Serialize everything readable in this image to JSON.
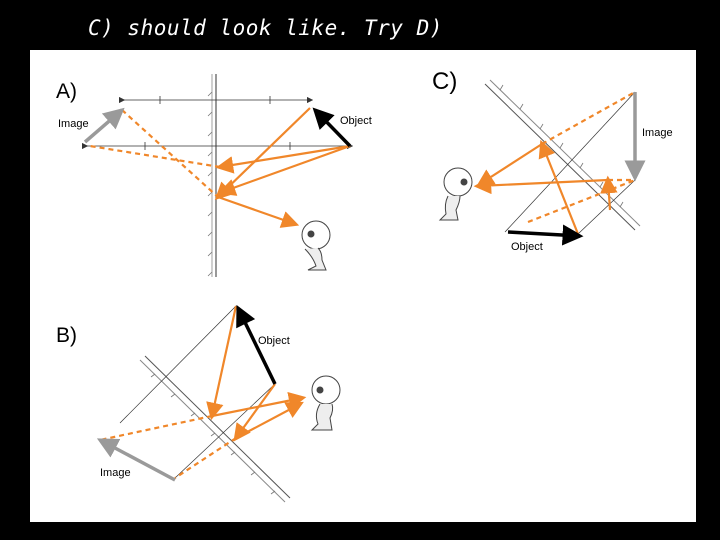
{
  "slide_title": "C) should look like. Try D)",
  "panels": {
    "a": {
      "letter": "A)",
      "object_label": "Object",
      "image_label": "Image"
    },
    "b": {
      "letter": "B)",
      "object_label": "Object",
      "image_label": "Image"
    },
    "c": {
      "letter": "C)",
      "object_label": "Object",
      "image_label": "Image"
    }
  },
  "colors": {
    "background": "#000000",
    "ray": "#f0872a",
    "object_arrow": "#000000",
    "image_arrow": "#9a9a9a",
    "title_text": "#ffffff"
  }
}
